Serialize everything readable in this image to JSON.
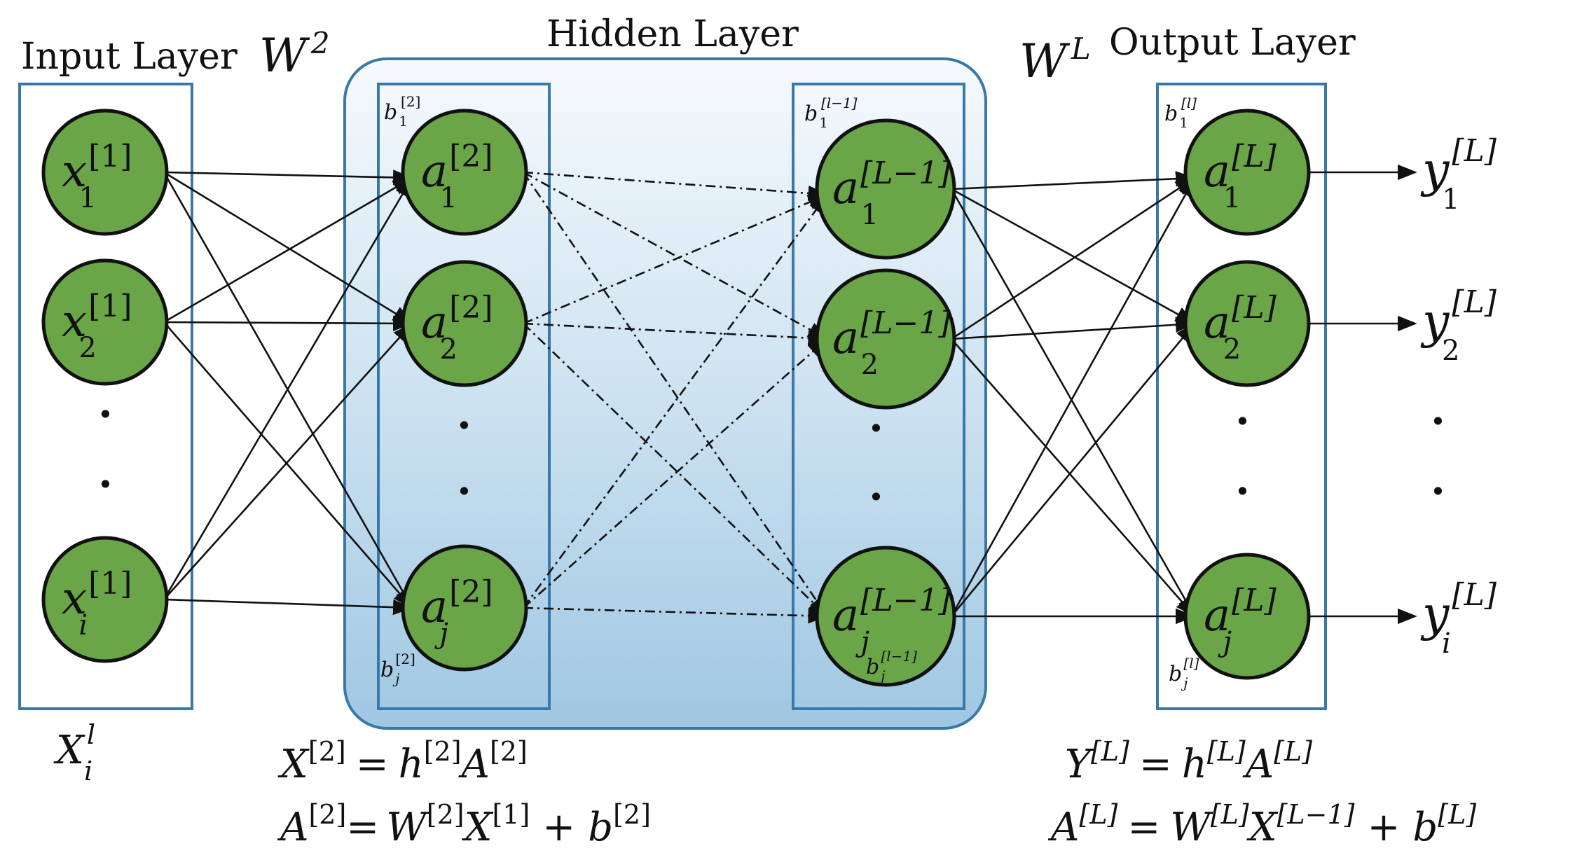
{
  "titles": {
    "input_layer": "Input Layer",
    "hidden_layer": "Hidden Layer",
    "output_layer": "Output Layer"
  },
  "weights": {
    "w2": {
      "base": "W",
      "sup": "2"
    },
    "wl": {
      "base": "W",
      "sup": "L"
    }
  },
  "input_nodes": [
    {
      "sym": "x",
      "sup": "[1]",
      "sub": "1"
    },
    {
      "sym": "x",
      "sup": "[1]",
      "sub": "2"
    },
    {
      "sym": "x",
      "sup": "[1]",
      "sub": "i"
    }
  ],
  "hidden_nodes_2": [
    {
      "sym": "a",
      "sup": "[2]",
      "sub": "1"
    },
    {
      "sym": "a",
      "sup": "[2]",
      "sub": "2"
    },
    {
      "sym": "a",
      "sup": "[2]",
      "sub": "j"
    }
  ],
  "hidden_nodes_L1": [
    {
      "sym": "a",
      "sup": "[L−1]",
      "sub": "1"
    },
    {
      "sym": "a",
      "sup": "[L−1]",
      "sub": "2"
    },
    {
      "sym": "a",
      "sup": "[L−1]",
      "sub": "j"
    }
  ],
  "output_nodes": [
    {
      "sym": "a",
      "sup": "[L]",
      "sub": "1"
    },
    {
      "sym": "a",
      "sup": "[L]",
      "sub": "2"
    },
    {
      "sym": "a",
      "sup": "[L]",
      "sub": "j"
    }
  ],
  "outputs": [
    {
      "sym": "y",
      "sup": "[L]",
      "sub": "1"
    },
    {
      "sym": "y",
      "sup": "[L]",
      "sub": "2"
    },
    {
      "sym": "y",
      "sup": "[L]",
      "sub": "i"
    }
  ],
  "biases": {
    "b1_2": {
      "base": "b",
      "sub": "1",
      "sup": "[2]"
    },
    "bj_2": {
      "base": "b",
      "sub": "j",
      "sup": "[2]"
    },
    "b1_l1": {
      "base": "b",
      "sub": "1",
      "sup": "[l−1]"
    },
    "bj_l1": {
      "base": "b",
      "sub": "j",
      "sup": "[l−1]"
    },
    "b1_l": {
      "base": "b",
      "sub": "1",
      "sup": "[l]"
    },
    "bj_l": {
      "base": "b",
      "sub": "j",
      "sup": "[l]"
    }
  },
  "input_vector": {
    "base": "X",
    "sup": "l",
    "sub": "i"
  },
  "equations": {
    "hidden_x": {
      "lhs": "X",
      "lhs_sup": "[2]",
      "eq": "=",
      "h": "h",
      "h_sup": "[2]",
      "a": "A",
      "a_sup": "[2]"
    },
    "hidden_a": {
      "lhs": "A",
      "lhs_sup": "[2]",
      "eq": "=",
      "w": "W",
      "w_sup": "[2]",
      "x": "X",
      "x_sup": "[1]",
      "plus": "+",
      "b": "b",
      "b_sup": "[2]"
    },
    "output_y": {
      "lhs": "Y",
      "lhs_sup": "[L]",
      "eq": "=",
      "h": "h",
      "h_sup": "[L]",
      "a": "A",
      "a_sup": "[L]"
    },
    "output_a": {
      "lhs": "A",
      "lhs_sup": "[L]",
      "eq": "=",
      "w": "W",
      "w_sup": "[L]",
      "x": "X",
      "x_sup": "[L−1]",
      "plus": "+",
      "b": "b",
      "b_sup": "[L]"
    }
  },
  "ellipsis": "·",
  "colors": {
    "node_fill": "#6aa547",
    "node_stroke": "#111111",
    "box_stroke": "#3a78a8",
    "hidden_bg_top": "#f4f9fd",
    "hidden_bg_bottom": "#a9cde6"
  }
}
